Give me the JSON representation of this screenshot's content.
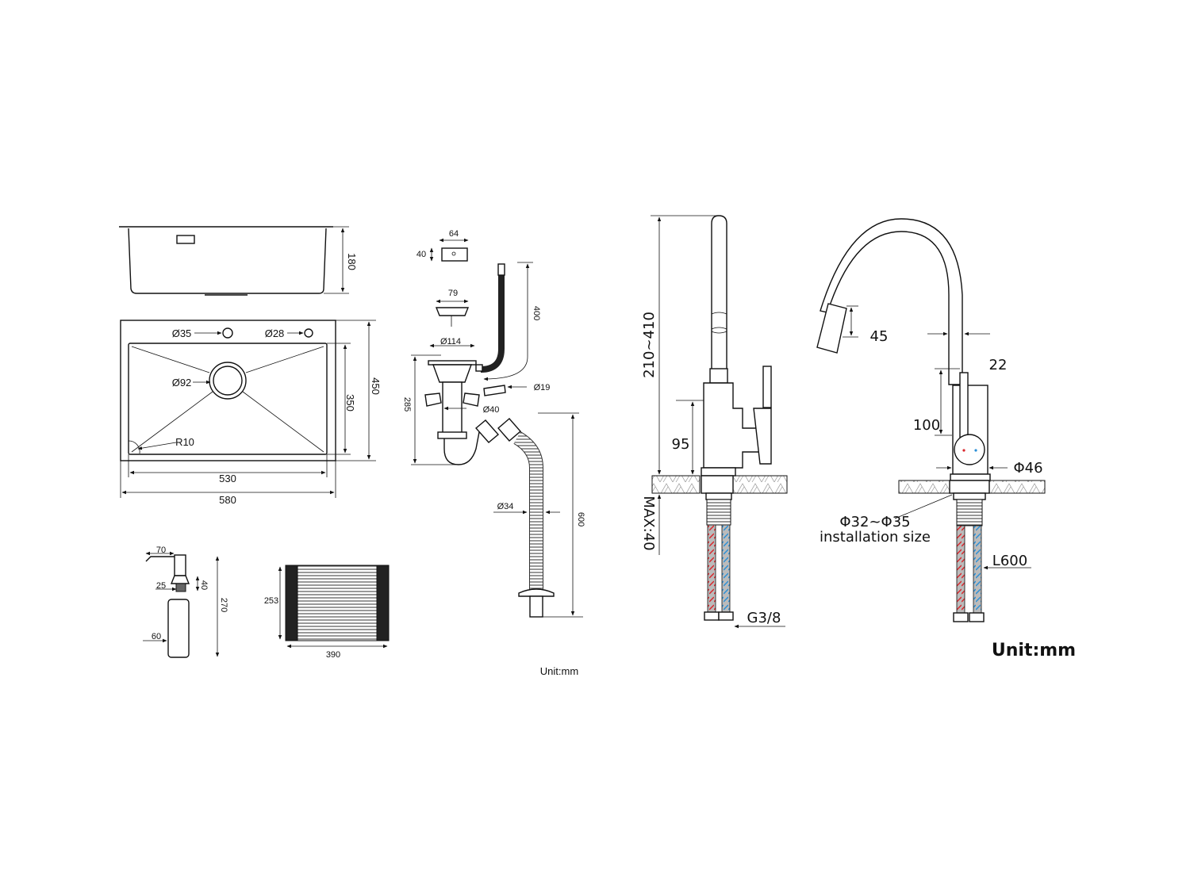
{
  "sink_side_view": {
    "depth": "180"
  },
  "sink_top_view": {
    "tap_hole_1": "Ø35",
    "tap_hole_2": "Ø28",
    "drain": "Ø92",
    "corner_radius": "R10",
    "inner_width": "530",
    "outer_width": "580",
    "inner_length": "350",
    "outer_length": "450"
  },
  "drain_kit": {
    "overflow_width": "64",
    "overflow_height": "40",
    "basket_diameter": "79",
    "flange_diameter": "Ø114",
    "overflow_hose_length": "400",
    "connector_diameter": "Ø19",
    "trap_height": "285",
    "pipe_diameter": "Ø40",
    "hose_diameter": "Ø34",
    "hose_length": "600",
    "unit": "Unit:mm"
  },
  "soap_dispenser": {
    "spout": "70",
    "neck": "25",
    "pump": "40",
    "height": "270",
    "bottle": "60"
  },
  "roll_mat": {
    "length": "253",
    "width": "390"
  },
  "faucet": {
    "height": "210~410",
    "body_height": "95",
    "max_deck": "MAX:40",
    "connector": "G3/8",
    "spray_head": "45",
    "spout_diameter": "22",
    "body_height_front": "100",
    "base_diameter": "Φ46",
    "hole_size": "Φ32~Φ35",
    "hole_label": "installation size",
    "hose_length": "L600",
    "unit": "Unit:mm"
  },
  "colors": {
    "hot": "#d9262b",
    "cold": "#2a8fd6"
  }
}
